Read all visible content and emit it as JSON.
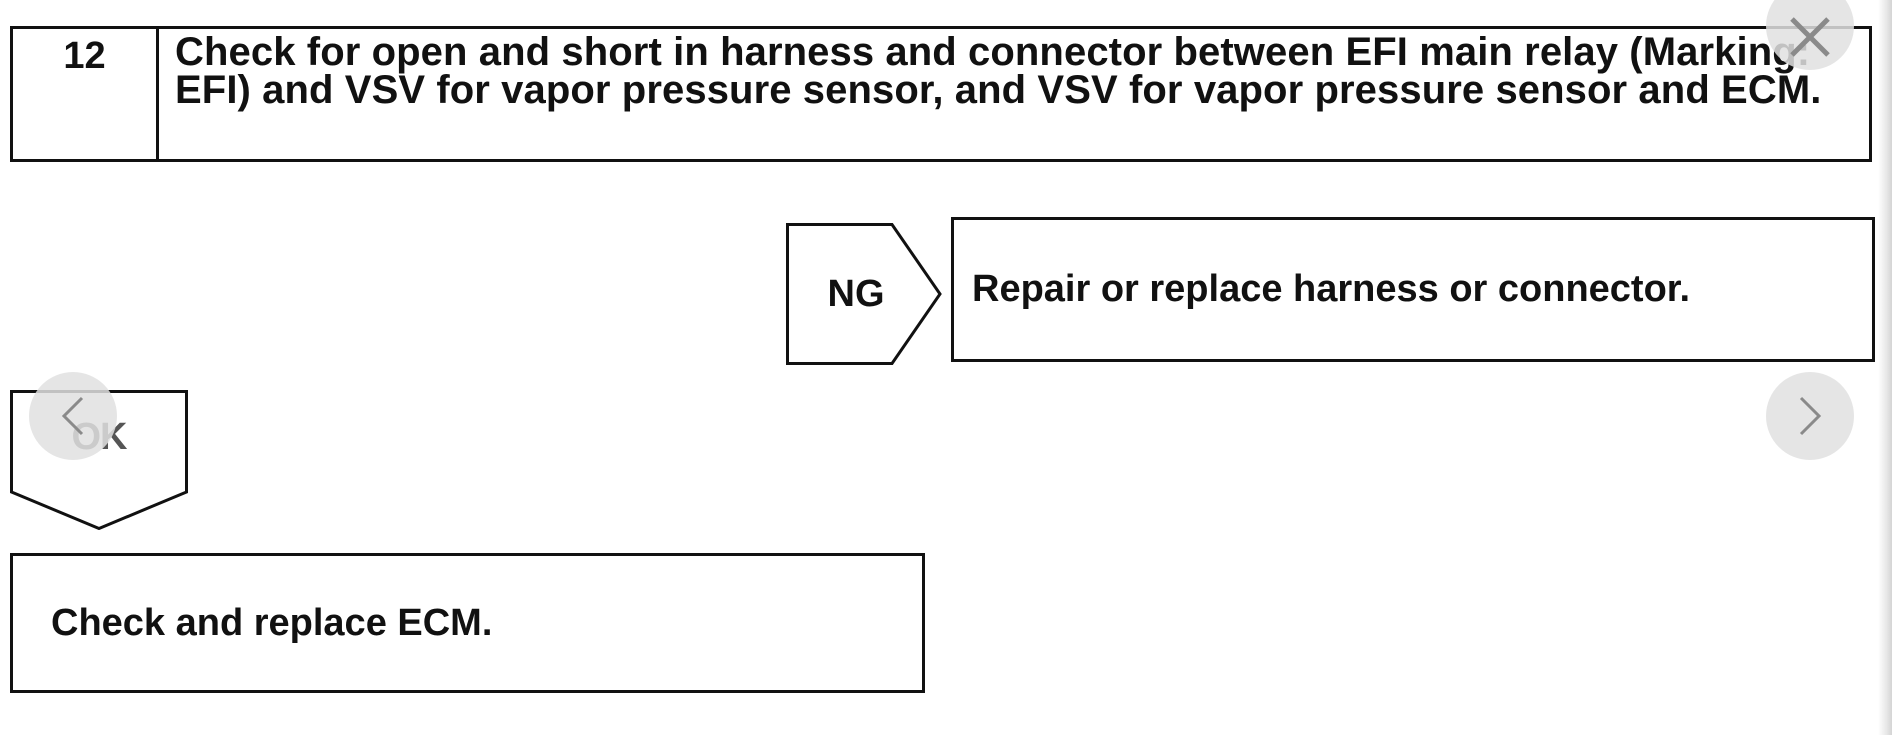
{
  "step": {
    "number": "12",
    "title": "Check for open and short in harness and connector between EFI main relay (Marking: EFI) and VSV for vapor pressure sensor, and VSV for vapor pressure sensor and ECM."
  },
  "ng_branch": {
    "label": "NG",
    "action": "Repair or replace harness or connector."
  },
  "ok_branch": {
    "label": "OK",
    "action": "Check and replace ECM."
  },
  "viewer": {
    "close_icon": "close-icon",
    "prev_icon": "chevron-left-icon",
    "next_icon": "chevron-right-icon"
  }
}
